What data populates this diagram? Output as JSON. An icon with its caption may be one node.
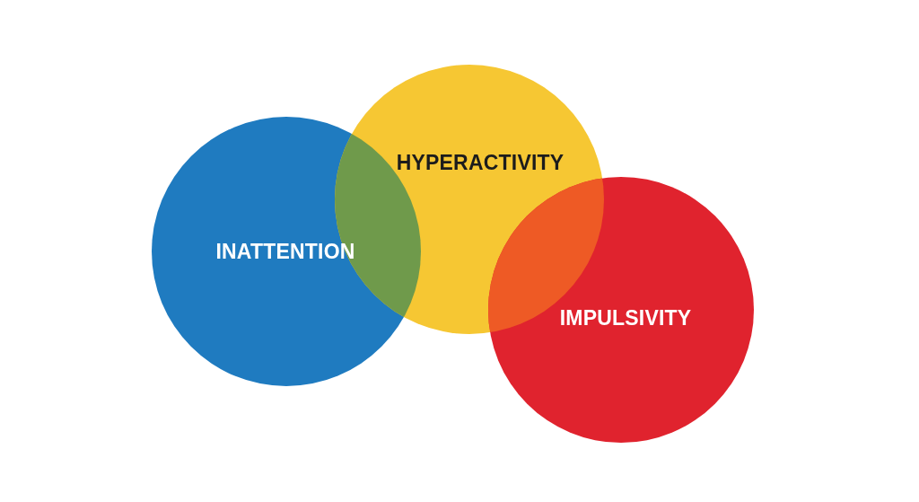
{
  "diagram": {
    "nodes": [
      {
        "text": [
          "INATTENTION"
        ]
      },
      {
        "text": [
          "HYPERACTIVITY"
        ]
      },
      {
        "text": [
          "IMPULSIVITY"
        ]
      }
    ],
    "edges": []
  }
}
